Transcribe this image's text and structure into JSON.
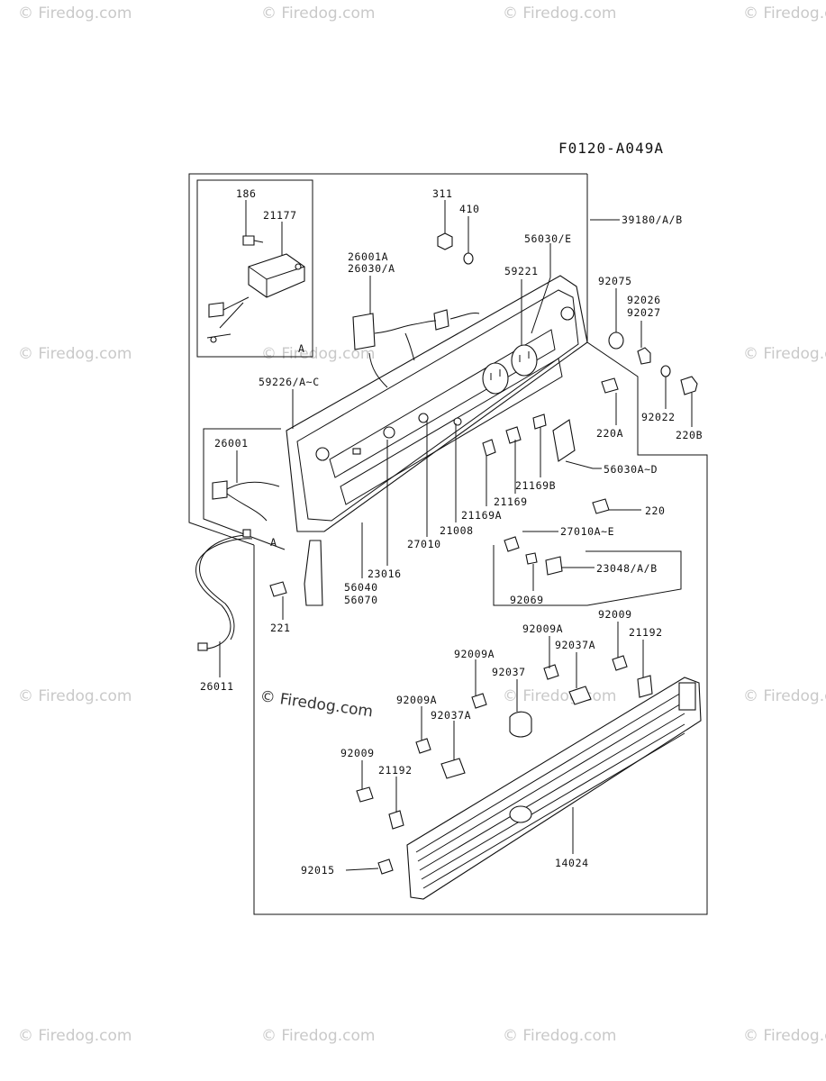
{
  "diagram_id": "F0120-A049A",
  "callout_letter": "A",
  "watermark": "© Firedog.com",
  "watermark_center": "© Firedog.com",
  "labels": {
    "p186": "186",
    "p21177": "21177",
    "p311": "311",
    "p410": "410",
    "p39180": "39180/A/B",
    "p26001A": "26001A",
    "p26030A": "26030/A",
    "p56030E": "56030/E",
    "p59221": "59221",
    "p92075": "92075",
    "p92026": "92026",
    "p92027": "92027",
    "p59226": "59226/A~C",
    "p220A": "220A",
    "p92022": "92022",
    "p220B": "220B",
    "p26001": "26001",
    "p56030AD": "56030A~D",
    "p21169B": "21169B",
    "p21169": "21169",
    "p220": "220",
    "p21169A": "21169A",
    "p21008": "21008",
    "p27010AE": "27010A~E",
    "p27010": "27010",
    "p23016": "23016",
    "p23048": "23048/A/B",
    "p56040": "56040",
    "p56070": "56070",
    "p92069": "92069",
    "p221": "221",
    "p92009A_1": "92009A",
    "p92009_1": "92009",
    "p92037A_1": "92037A",
    "p21192_1": "21192",
    "p26011": "26011",
    "p92009A_2": "92009A",
    "p92037": "92037",
    "p92009A_3": "92009A",
    "p92037A_2": "92037A",
    "p92009_2": "92009",
    "p21192_2": "21192",
    "p92015": "92015",
    "p14024": "14024"
  }
}
